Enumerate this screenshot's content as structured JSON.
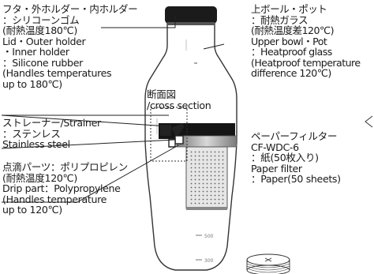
{
  "lid_holder_label": {
    "lines": [
      "フタ・外ホルダー・内ホルダー",
      "：シリコーンゴム",
      "(耐熱温度180℃)",
      "Lid・Outer holder",
      "・Inner holder",
      "：Silicone rubber",
      "(Handles temperatures",
      "up to 180℃)"
    ]
  },
  "bowl_label": {
    "lines": [
      "上ボール・ポット",
      "：耐熱ガラス",
      "(耐熱温度差120℃)",
      "Upper bowl・Pot",
      "：Heatproof glass",
      "(Heatproof temperature",
      "difference 120℃)"
    ]
  },
  "cross_section_label": {
    "lines": [
      "断面図",
      "/cross section"
    ]
  },
  "strainer_label": {
    "lines": [
      "ストレーナー/Strainer",
      "：ステンレス",
      "Stainless steel"
    ]
  },
  "drip_part_label": {
    "lines": [
      "点滴パーツ：ポリプロピレン",
      "(耐熱温度120℃)",
      "Drip part：Polypropylene",
      "(Handles temperature",
      "up to 120℃)"
    ]
  },
  "filter_label": {
    "lines": [
      "ペーパーフィルター",
      "CF-WDC-6",
      "：紙(50枚入り)",
      "Paper filter",
      "：Paper(50 sheets)"
    ]
  },
  "scale_marks": [
    "500",
    "300"
  ]
}
